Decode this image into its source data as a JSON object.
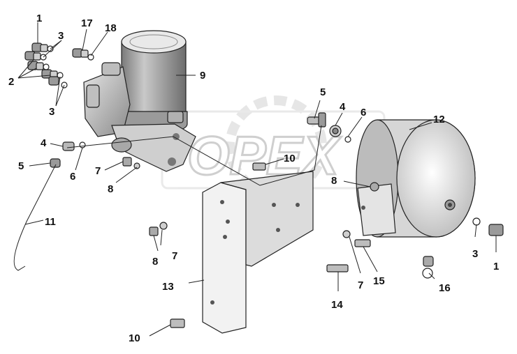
{
  "watermark": "OPEX",
  "labels": {
    "l1a": "1",
    "l1b": "1",
    "l2": "2",
    "l3a": "3",
    "l3b": "3",
    "l3c": "3",
    "l4a": "4",
    "l4b": "4",
    "l5a": "5",
    "l5b": "5",
    "l6a": "6",
    "l6b": "6",
    "l7a": "7",
    "l7b": "7",
    "l7c": "7",
    "l8a": "8",
    "l8b": "8",
    "l8c": "8",
    "l9": "9",
    "l10a": "10",
    "l10b": "10",
    "l11": "11",
    "l12": "12",
    "l13": "13",
    "l14": "14",
    "l15": "15",
    "l16": "16",
    "l17": "17",
    "l18": "18"
  }
}
